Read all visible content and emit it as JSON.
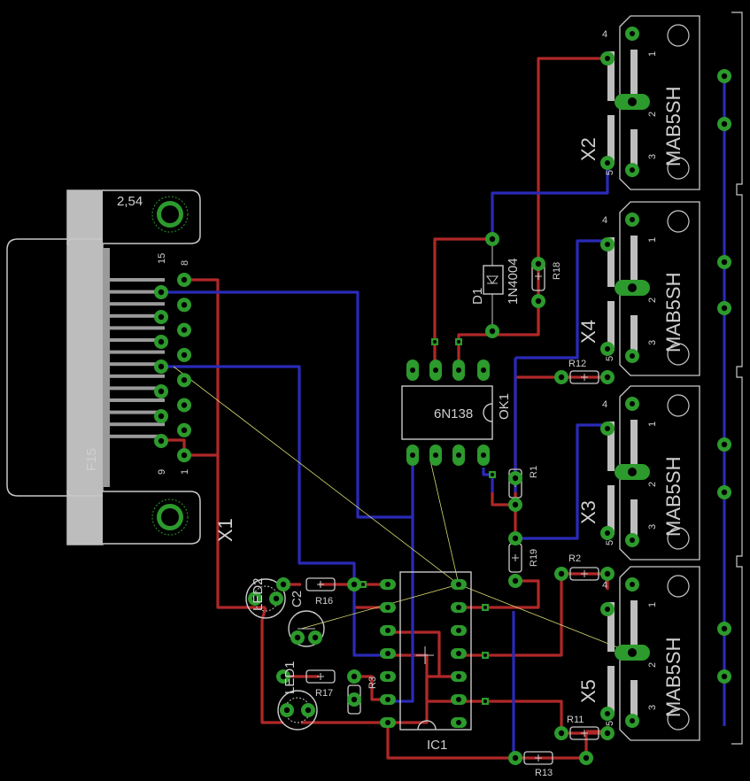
{
  "board": {
    "background": "#000000",
    "colors": {
      "top_trace": "#b02828",
      "bottom_trace": "#2a2ab8",
      "pad": "#2c9a2c",
      "silk": "#c8c8c8",
      "airwire": "#d8d870"
    }
  },
  "labels": {
    "pitch": "2,54",
    "conn_pin15": "15",
    "conn_pin8": "8",
    "conn_pin9": "9",
    "conn_pin1": "1",
    "conn_name": "F15",
    "conn_ref": "X1",
    "d1_ref": "D1",
    "d1_val": "1N4004",
    "r18": "R18",
    "ok1_ref": "OK1",
    "ok1_val": "6N138",
    "r12": "R12",
    "r1": "R1",
    "r19": "R19",
    "r2": "R2",
    "r11": "R11",
    "r13": "R13",
    "r16": "R16",
    "r17": "R17",
    "r3": "R3",
    "c2": "C2",
    "led1": "LED1",
    "led2": "LED2",
    "ic1": "IC1",
    "x2": "X2",
    "x3": "X3",
    "x4": "X4",
    "x5": "X5",
    "jack_val": "MAB5SH",
    "pin4": "4",
    "pin1": "1",
    "pin2": "2",
    "pin3": "3",
    "pin5": "5"
  }
}
